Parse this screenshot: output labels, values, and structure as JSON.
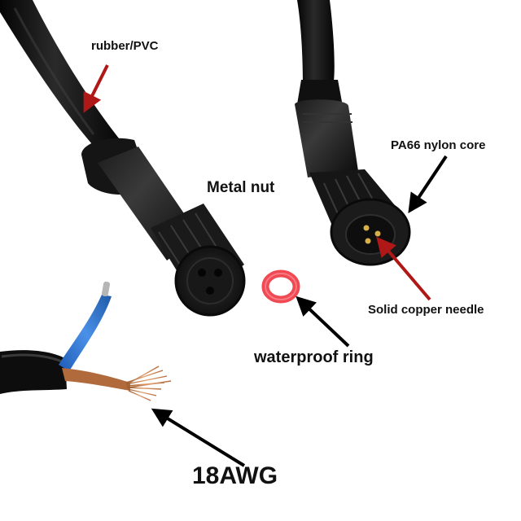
{
  "labels": {
    "rubber_pvc": "rubber/PVC",
    "metal_nut": "Metal nut",
    "pa66_nylon_core": "PA66 nylon core",
    "solid_copper_needle": "Solid copper needle",
    "waterproof_ring": "waterproof ring",
    "wire_gauge": "18AWG"
  },
  "colors": {
    "background": "#ffffff",
    "cable": "#141414",
    "red_arrow": "#b01818",
    "black_arrow": "#000000",
    "o_ring": "#f03a44",
    "blue_wire": "#2a6fd0",
    "copper": "#c8834c"
  }
}
